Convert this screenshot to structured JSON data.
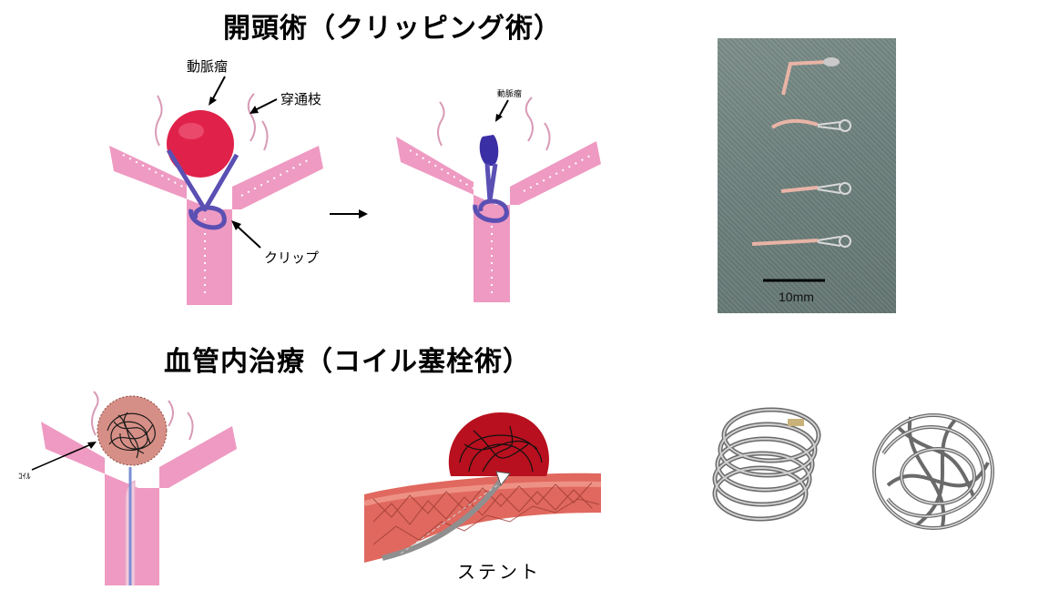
{
  "titles": {
    "clipping": "開頭術（クリッピング術）",
    "coil": "血管内治療（コイル塞栓術）"
  },
  "labels": {
    "aneurysm": "動脈瘤",
    "aneurysm_small": "動脈瘤",
    "perforator": "穿通枝",
    "clip": "クリップ",
    "coil": "ｺｲﾙ",
    "stent": "ステント",
    "scale": "10mm"
  },
  "colors": {
    "vessel_pink": "#ee9ac2",
    "aneurysm_red": "#e0224a",
    "clip_purple": "#5a4fb3",
    "coil_dark": "#1a1a1a",
    "stent_red": "#e0685e",
    "photo_bg": "#6f817d"
  },
  "icons": [
    "arrow-icon",
    "clip-photo",
    "coil-photo"
  ]
}
